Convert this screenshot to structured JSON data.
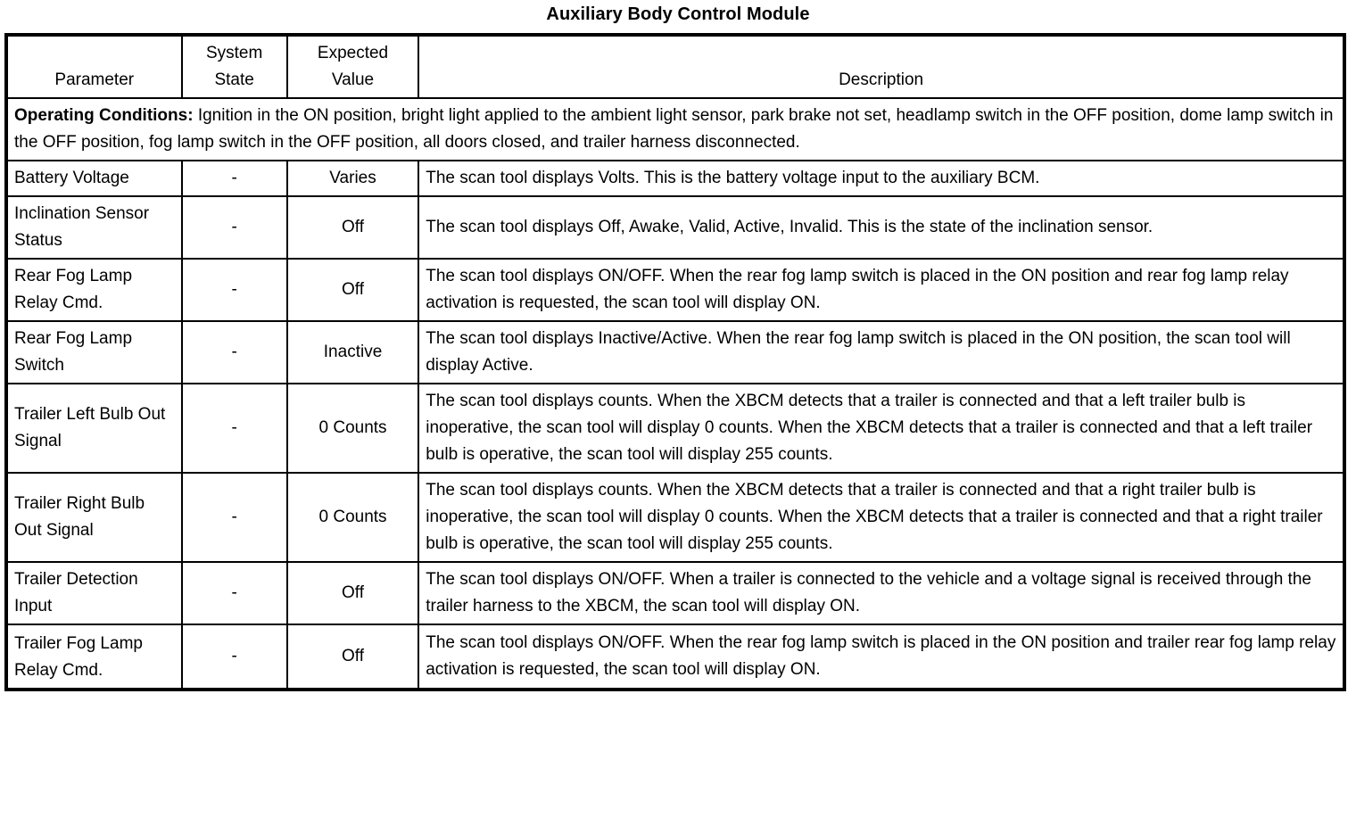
{
  "document": {
    "title": "Auxiliary Body Control Module"
  },
  "table": {
    "headers": {
      "parameter": "Parameter",
      "system_state": "System State",
      "system_state_line1": "System",
      "system_state_line2": "State",
      "expected_value_line1": "Expected",
      "expected_value_line2": "Value",
      "description": "Description"
    },
    "operating_conditions": {
      "label": "Operating Conditions:",
      "text": " Ignition in the ON position, bright light applied to the ambient light sensor, park brake not set, headlamp switch in the OFF position, dome lamp switch in the OFF position, fog lamp switch in the OFF position, all doors closed, and trailer harness disconnected."
    },
    "rows": [
      {
        "parameter": "Battery Voltage",
        "system_state": "-",
        "expected_value": "Varies",
        "description": "The scan tool displays Volts. This is the battery voltage input to the auxiliary BCM."
      },
      {
        "parameter": "Inclination Sensor Status",
        "system_state": "-",
        "expected_value": "Off",
        "description": "The scan tool displays Off, Awake, Valid, Active, Invalid. This is the state of the inclination sensor."
      },
      {
        "parameter": "Rear Fog Lamp Relay Cmd.",
        "system_state": "-",
        "expected_value": "Off",
        "description": "The scan tool displays ON/OFF. When the rear fog lamp switch is placed in the ON position and rear fog lamp relay activation is requested, the scan tool will display ON."
      },
      {
        "parameter": "Rear Fog Lamp Switch",
        "system_state": "-",
        "expected_value": "Inactive",
        "description": "The scan tool displays Inactive/Active. When the rear fog lamp switch is placed in the ON position, the scan tool will display Active."
      },
      {
        "parameter": "Trailer Left Bulb Out Signal",
        "system_state": "-",
        "expected_value": "0 Counts",
        "description": "The scan tool displays counts. When the XBCM detects that a trailer is connected and that a left trailer bulb is inoperative, the scan tool will display 0 counts. When the XBCM detects that a trailer is connected and that a left trailer bulb is operative, the scan tool will display 255 counts."
      },
      {
        "parameter": "Trailer Right Bulb Out Signal",
        "system_state": "-",
        "expected_value": "0 Counts",
        "description": "The scan tool displays counts. When the XBCM detects that a trailer is connected and that a right trailer bulb is inoperative, the scan tool will display 0 counts. When the XBCM detects that a trailer is connected and that a right trailer bulb is operative, the scan tool will display 255 counts."
      },
      {
        "parameter": "Trailer Detection Input",
        "system_state": "-",
        "expected_value": "Off",
        "description": "The scan tool displays ON/OFF. When a trailer is connected to the vehicle and a voltage signal is received through the trailer harness to the XBCM, the scan tool will display ON."
      },
      {
        "parameter": "Trailer Fog Lamp Relay Cmd.",
        "system_state": "-",
        "expected_value": "Off",
        "description": "The scan tool displays ON/OFF. When the rear fog lamp switch is placed in the ON position and trailer rear fog lamp relay activation is requested, the scan tool will display ON."
      }
    ]
  }
}
